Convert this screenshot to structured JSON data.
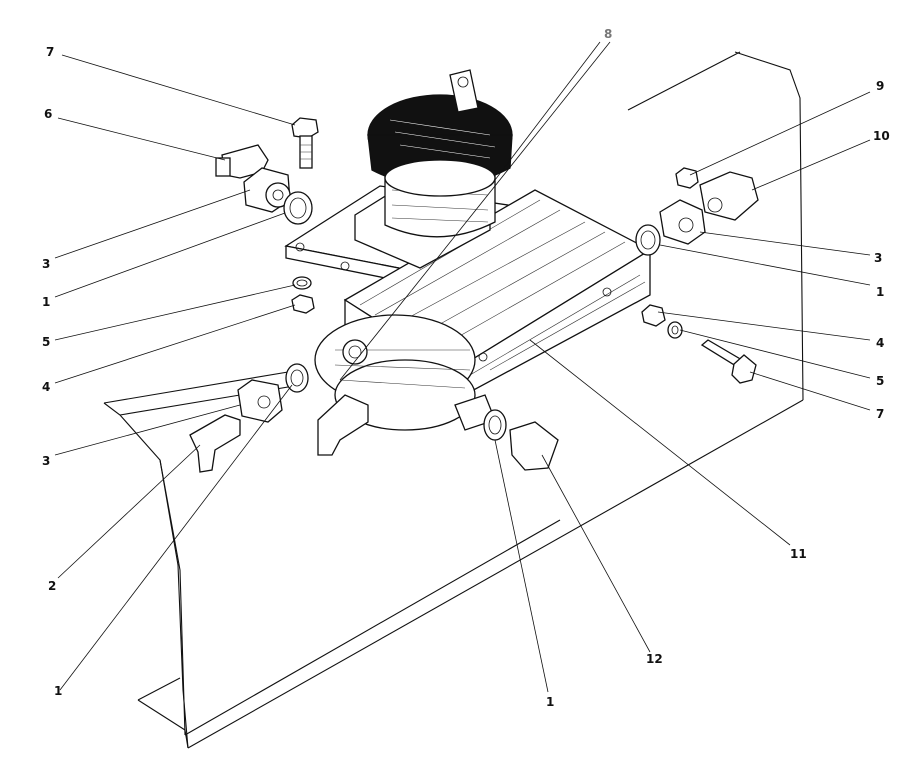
{
  "callouts": [
    {
      "id": "c7a",
      "label": "7"
    },
    {
      "id": "c6",
      "label": "6"
    },
    {
      "id": "c8",
      "label": "8"
    },
    {
      "id": "c9",
      "label": "9"
    },
    {
      "id": "c10",
      "label": "10"
    },
    {
      "id": "c3a",
      "label": "3"
    },
    {
      "id": "c1a",
      "label": "1"
    },
    {
      "id": "c5a",
      "label": "5"
    },
    {
      "id": "c4a",
      "label": "4"
    },
    {
      "id": "c3b",
      "label": "3"
    },
    {
      "id": "c2",
      "label": "2"
    },
    {
      "id": "c1b",
      "label": "1"
    },
    {
      "id": "c3c",
      "label": "3"
    },
    {
      "id": "c1c",
      "label": "1"
    },
    {
      "id": "c4b",
      "label": "4"
    },
    {
      "id": "c5b",
      "label": "5"
    },
    {
      "id": "c7b",
      "label": "7"
    },
    {
      "id": "c11",
      "label": "11"
    },
    {
      "id": "c12",
      "label": "12"
    },
    {
      "id": "c1d",
      "label": "1"
    }
  ]
}
